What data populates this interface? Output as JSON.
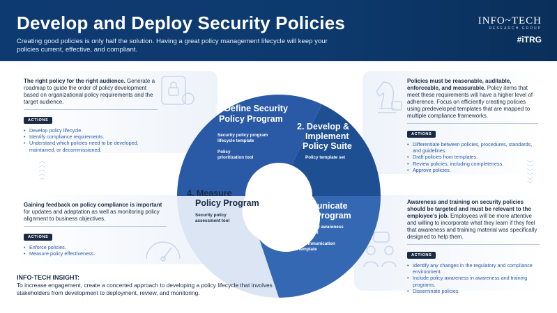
{
  "header": {
    "title": "Develop and Deploy Security Policies",
    "subtitle": "Creating good policies is only half the solution. Having a great policy management lifecycle will keep your policies current, effective, and compliant.",
    "brand_logo": "INFO~TECH",
    "brand_group": "RESEARCH GROUP",
    "brand_tag": "#iTRG"
  },
  "panels": {
    "top_left": {
      "heading_bold": "The right policy for the right audience.",
      "heading_rest": " Generate a roadmap to guide the order of policy development based on organizational policy requirements and the target audience.",
      "actions_label": "ACTIONS",
      "actions": [
        "Develop policy lifecycle.",
        "Identify compliance requirements.",
        "Understand which policies need to be developed, maintained, or decommissioned."
      ]
    },
    "bottom_left": {
      "heading_bold": "Gaining feedback on policy compliance is important",
      "heading_rest": " for updates and adaptation as well as monitoring policy alignment to business objectives.",
      "actions_label": "ACTIONS",
      "actions": [
        "Enforce policies.",
        "Measure policy effectiveness."
      ]
    },
    "top_right": {
      "heading_bold": "Policies must be reasonable, auditable, enforceable, and measurable.",
      "heading_rest": " Policy items that meet these requirements will have a higher level of adherence. Focus on efficiently creating policies using predeveloped templates that are mapped to multiple compliance frameworks.",
      "actions_label": "ACTIONS",
      "actions": [
        "Differentiate between policies, procedures, standards, and guidelines.",
        "Draft policies from templates.",
        "Review policies, including completeness.",
        "Approve policies."
      ]
    },
    "bottom_right": {
      "heading_bold": "Awareness and training on security policies should be targeted and must be relevant to the employee’s job.",
      "heading_rest": " Employees will be more attentive and willing to incorporate what they learn if they feel that awareness and training material was specifically designed to help them.",
      "actions_label": "ACTIONS",
      "actions": [
        "Identify any changes in the regulatory and compliance environment.",
        "Include policy awareness in awareness and training programs.",
        "Disseminate policies."
      ]
    }
  },
  "wheel": {
    "s1": {
      "title1": "1. Define Security",
      "title2": "Policy Program",
      "items": [
        "Security policy program",
        "lifecycle template",
        "Policy",
        "prioritization tool"
      ]
    },
    "s2": {
      "title1": "2. Develop &",
      "title2": "Implement",
      "title3": "Policy Suite",
      "items": [
        "Policy template set"
      ]
    },
    "s3": {
      "title1": "3. Communicate",
      "title2": "Policy Program",
      "items": [
        "Security policy awareness",
        "& training tool",
        "Policy communication",
        "plan template"
      ]
    },
    "s4": {
      "title1": "4. Measure",
      "title2": "Policy Program",
      "items": [
        "Security policy",
        "assessment tool"
      ]
    }
  },
  "insight": {
    "heading": "INFO-TECH INSIGHT:",
    "body": "To increase engagement, create a concerted approach to developing a policy lifecycle that involves stakeholders from development to deployment, review, and monitoring."
  },
  "colors": {
    "navy": "#0e3a72",
    "seg1": "#2a5aa6",
    "seg2": "#1e4f92",
    "seg3": "#3568b3",
    "seg4": "#dbe5f3",
    "bullet": "#2a5aa6"
  }
}
